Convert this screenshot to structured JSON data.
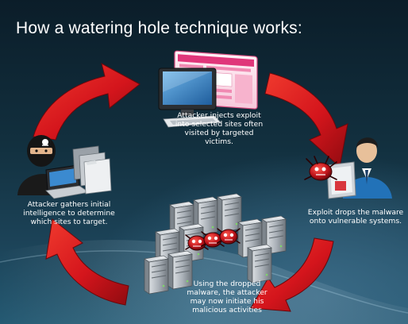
{
  "title": "How a watering hole technique works:",
  "steps": {
    "inject": "Attacker injects exploit\ninto selected sites often\nvisited by targeted\nvictims.",
    "drop": "Exploit drops the malware\nonto vulnerable systems.",
    "initiate": "Using the dropped\nmalware, the attacker\nmay now initiate his\nmalicious activities",
    "gather": "Attacker gathers initial\nintelligence to determine\nwhich sites to target."
  },
  "colors": {
    "arrow": "#d4151c",
    "background_dark": "#0b1d29",
    "background_light": "#2f6683"
  },
  "icons": [
    "computer-webpage-icon",
    "victim-computer-icon",
    "server-rack-icon",
    "attacker-computer-icon",
    "malware-bug-icon"
  ]
}
